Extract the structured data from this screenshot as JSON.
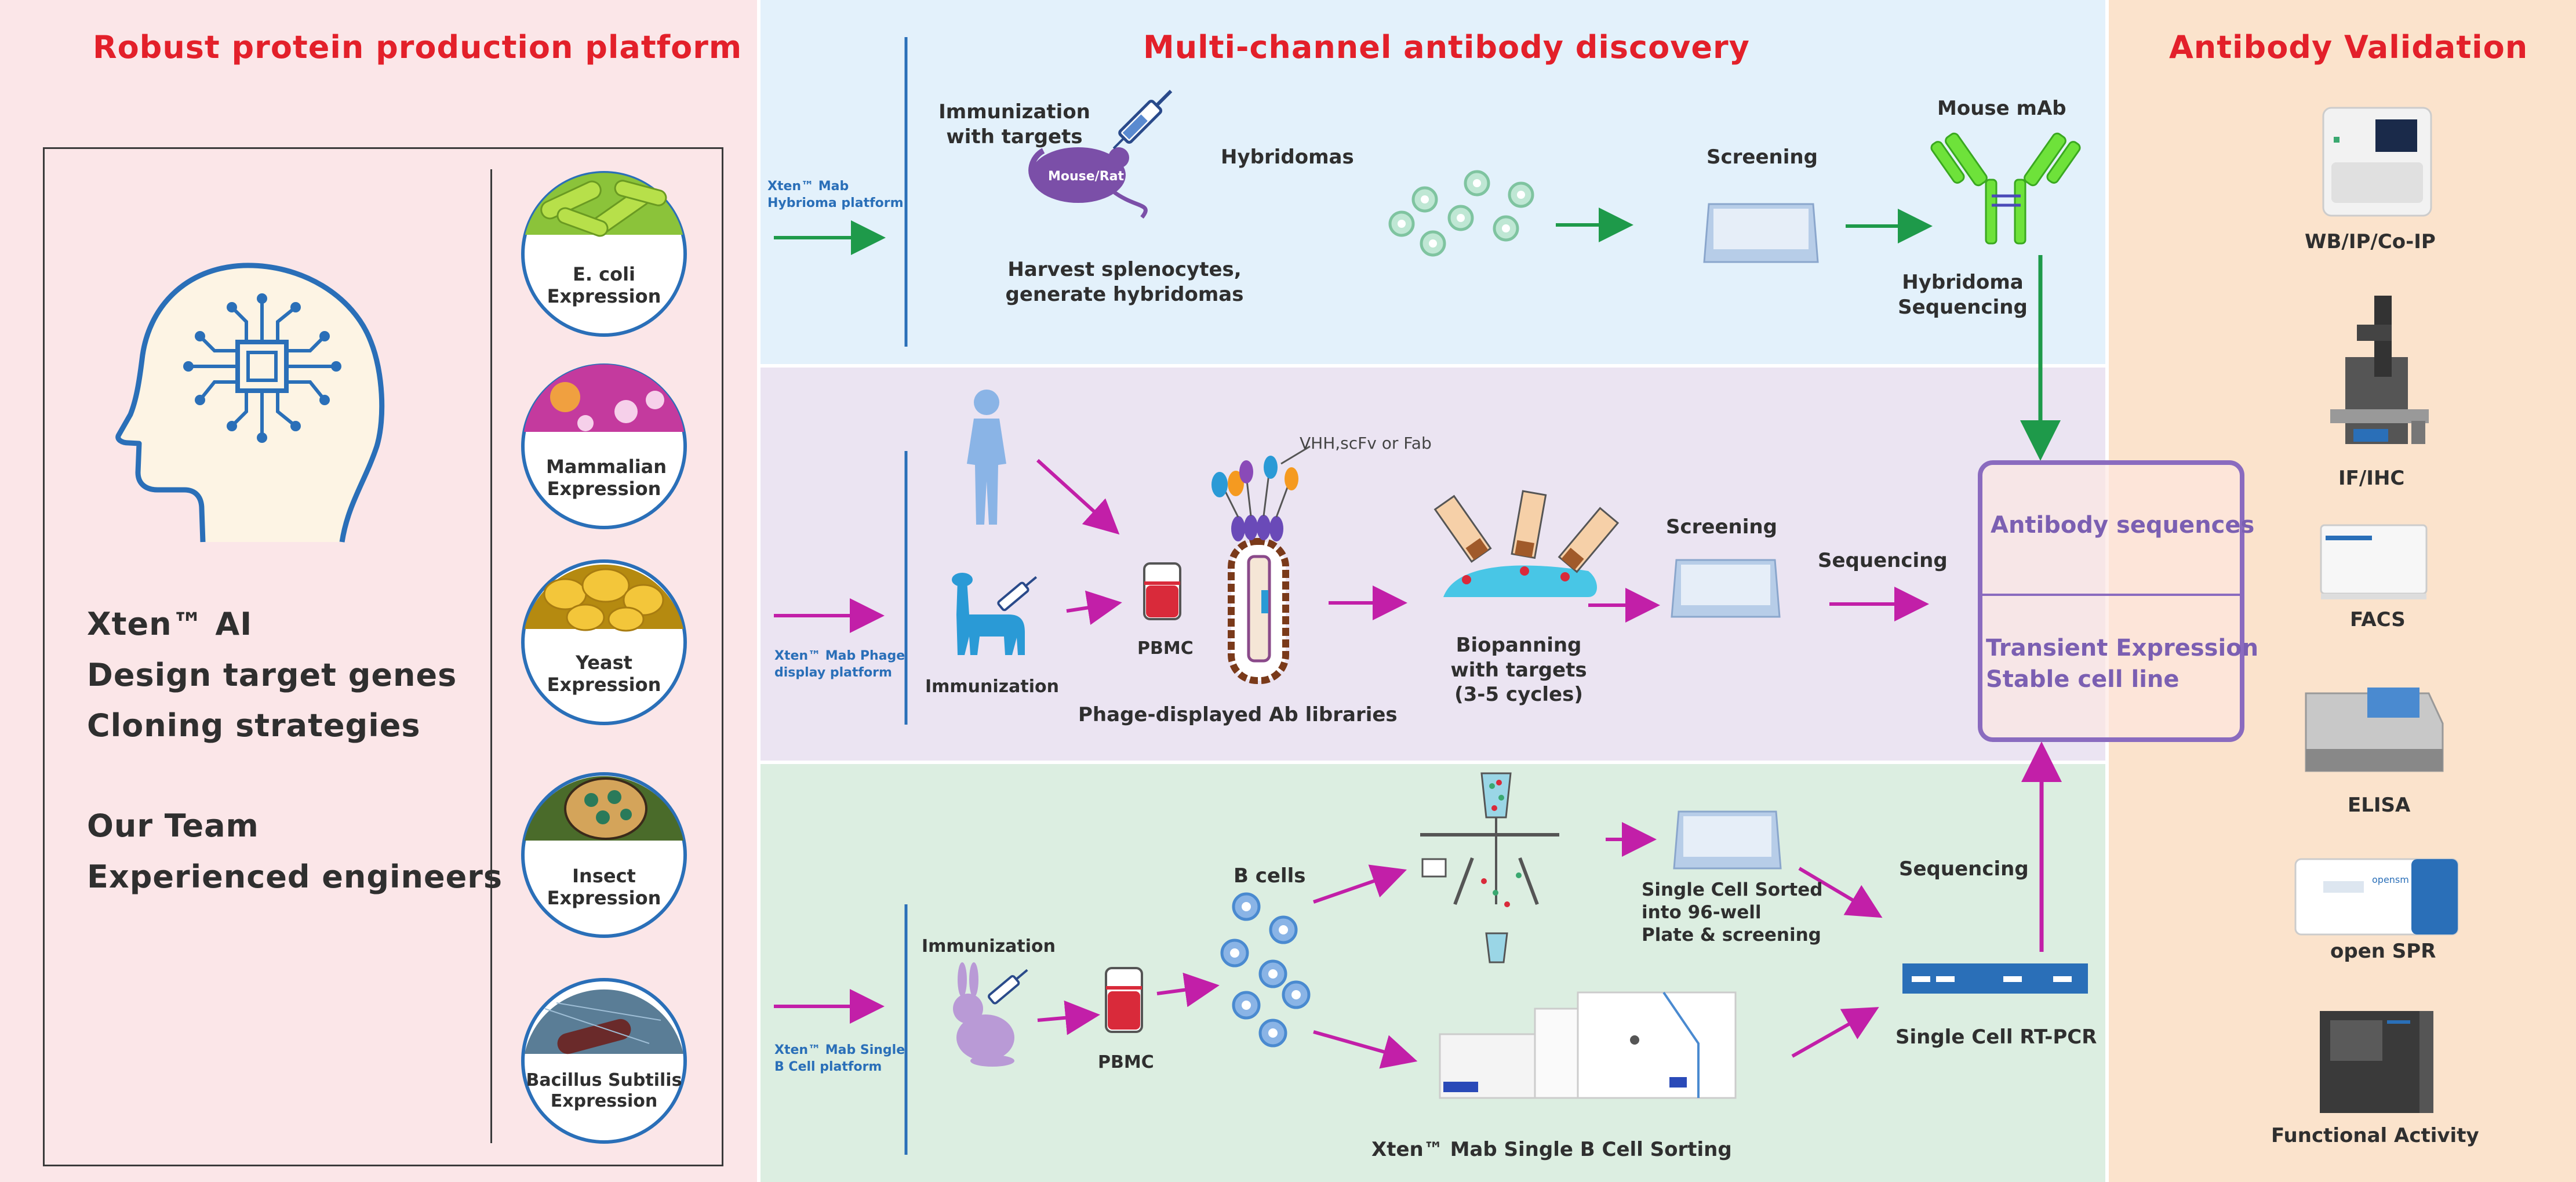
{
  "left_panel": {
    "title": "Robust protein production platform",
    "lines": [
      "Xten™  AI",
      "Design target genes",
      "Cloning strategies",
      "Our Team",
      "Experienced engineers"
    ],
    "expressions": [
      {
        "label1": "E. coli",
        "label2": "Expression"
      },
      {
        "label1": "Mammalian",
        "label2": "Expression"
      },
      {
        "label1": "Yeast",
        "label2": "Expression"
      },
      {
        "label1": "Insect",
        "label2": "Expression"
      },
      {
        "label1": "Bacillus Subtilis",
        "label2": "Expression"
      }
    ]
  },
  "middle_panel": {
    "title": "Multi-channel antibody discovery",
    "hybridoma": {
      "platform_line1": "Xten™ Mab",
      "platform_line2": "Hybrioma platform",
      "immunization_line1": "Immunization",
      "immunization_line2": "with targets",
      "mouse_rat": "Mouse/Rat",
      "harvest_line1": "Harvest splenocytes,",
      "harvest_line2": "generate hybridomas",
      "hybridomas": "Hybridomas",
      "screening": "Screening",
      "mouse_mab": "Mouse mAb",
      "sequencing_line1": "Hybridoma",
      "sequencing_line2": "Sequencing"
    },
    "phage": {
      "platform_line1": "Xten™ Mab Phage",
      "platform_line2": "display platform",
      "immunization": "Immunization",
      "pbmc": "PBMC",
      "vhh": "VHH,scFv or Fab",
      "library": "Phage-displayed Ab libraries",
      "biopanning_line1": "Biopanning",
      "biopanning_line2": "with targets",
      "biopanning_line3": "(3-5 cycles)",
      "screening": "Screening",
      "sequencing": "Sequencing"
    },
    "bcell": {
      "platform_line1": "Xten™ Mab Single",
      "platform_line2": "B Cell platform",
      "immunization": "Immunization",
      "pbmc": "PBMC",
      "b_cells": "B cells",
      "sorted_line1": "Single Cell Sorted",
      "sorted_line2": "into 96-well",
      "sorted_line3": "Plate & screening",
      "sequencing": "Sequencing",
      "rtpcr": "Single Cell RT-PCR",
      "sorting": "Xten™ Mab Single B Cell  Sorting"
    },
    "result_box": {
      "line1": "Antibody sequences",
      "line2": "Transient Expression",
      "line3": "Stable cell line"
    },
    "instrument_brand": "opensm"
  },
  "right_panel": {
    "title": "Antibody  Validation",
    "items": [
      "WB/IP/Co-IP",
      "IF/IHC",
      "FACS",
      "ELISA",
      "open SPR",
      "Functional Activity"
    ]
  },
  "colors": {
    "left_bg": "#fbe6e8",
    "hybridoma_bg": "#e3f1fb",
    "phage_bg": "#ebe4f2",
    "bcell_bg": "#dceee1",
    "right_bg": "#fbe3cc",
    "title_red": "#e3202a",
    "green_arrow": "#1e9a4a",
    "magenta_arrow": "#c21fa8",
    "purple_box": "#8a6bbf",
    "blue_line": "#2a6fb8"
  }
}
